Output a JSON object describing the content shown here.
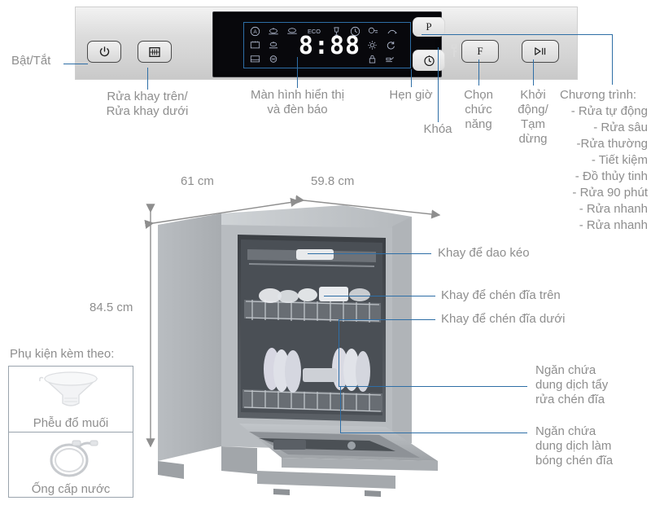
{
  "control_panel": {
    "display_digits": "8:88",
    "eco_text": "ECO",
    "buttons": [
      {
        "name": "power",
        "label": ""
      },
      {
        "name": "rack-select",
        "label": ""
      },
      {
        "name": "program",
        "label": "P"
      },
      {
        "name": "delay-timer",
        "label": ""
      },
      {
        "name": "function",
        "label": "F"
      },
      {
        "name": "start-pause",
        "label": ""
      }
    ],
    "indicator_icons": [
      "auto-wash-icon",
      "intensive-wash-icon",
      "normal-wash-icon",
      "eco-text-icon",
      "glass-wash-icon",
      "90min-wash-icon",
      "quick-wash-icon",
      "rinse-icon",
      "upper-rack-icon",
      "mid-rack-icon",
      "brightness-icon",
      "refresh-icon",
      "lower-rack-icon",
      "half-load-icon",
      "child-lock-icon",
      "water-tap-icon"
    ]
  },
  "callouts": {
    "power": "Bật/Tắt",
    "rack": "Rửa khay trên/\nRửa khay dưới",
    "display": "Màn hình hiển thị\nvà đèn báo",
    "timer": "Hẹn giờ",
    "lock": "Khóa",
    "function": "Chọn\nchức\nnăng",
    "start": "Khởi\nđộng/\nTạm\ndừng",
    "knife_tray": "Khay để dao kéo",
    "upper_tray": "Khay để chén đĩa trên",
    "lower_tray": "Khay để chén đĩa dưới",
    "detergent": "Ngăn chứa\ndung dịch tẩy\nrửa chén đĩa",
    "rinse_aid": "Ngăn chứa\ndung dịch làm\nbóng chén đĩa"
  },
  "programs": {
    "title": "Chương trình:",
    "items": [
      "- Rửa tự động",
      "- Rửa sâu",
      "-Rửa thường",
      "- Tiết kiệm",
      "- Đồ thủy tinh",
      "- Rửa 90 phút",
      "- Rửa nhanh",
      "- Rửa nhanh"
    ]
  },
  "dimensions": {
    "depth": "61 cm",
    "width": "59.8 cm",
    "height": "84.5 cm"
  },
  "accessories": {
    "title": "Phụ kiện kèm theo:",
    "items": [
      {
        "label": "Phễu đổ muối",
        "icon": "salt-funnel-icon"
      },
      {
        "label": "Ống cấp nước",
        "icon": "water-hose-icon"
      }
    ]
  },
  "colors": {
    "callout_line": "#2e6ea6",
    "text": "#8e8e8e",
    "panel": "#d8d8d8",
    "display_bg": "#08080c"
  }
}
